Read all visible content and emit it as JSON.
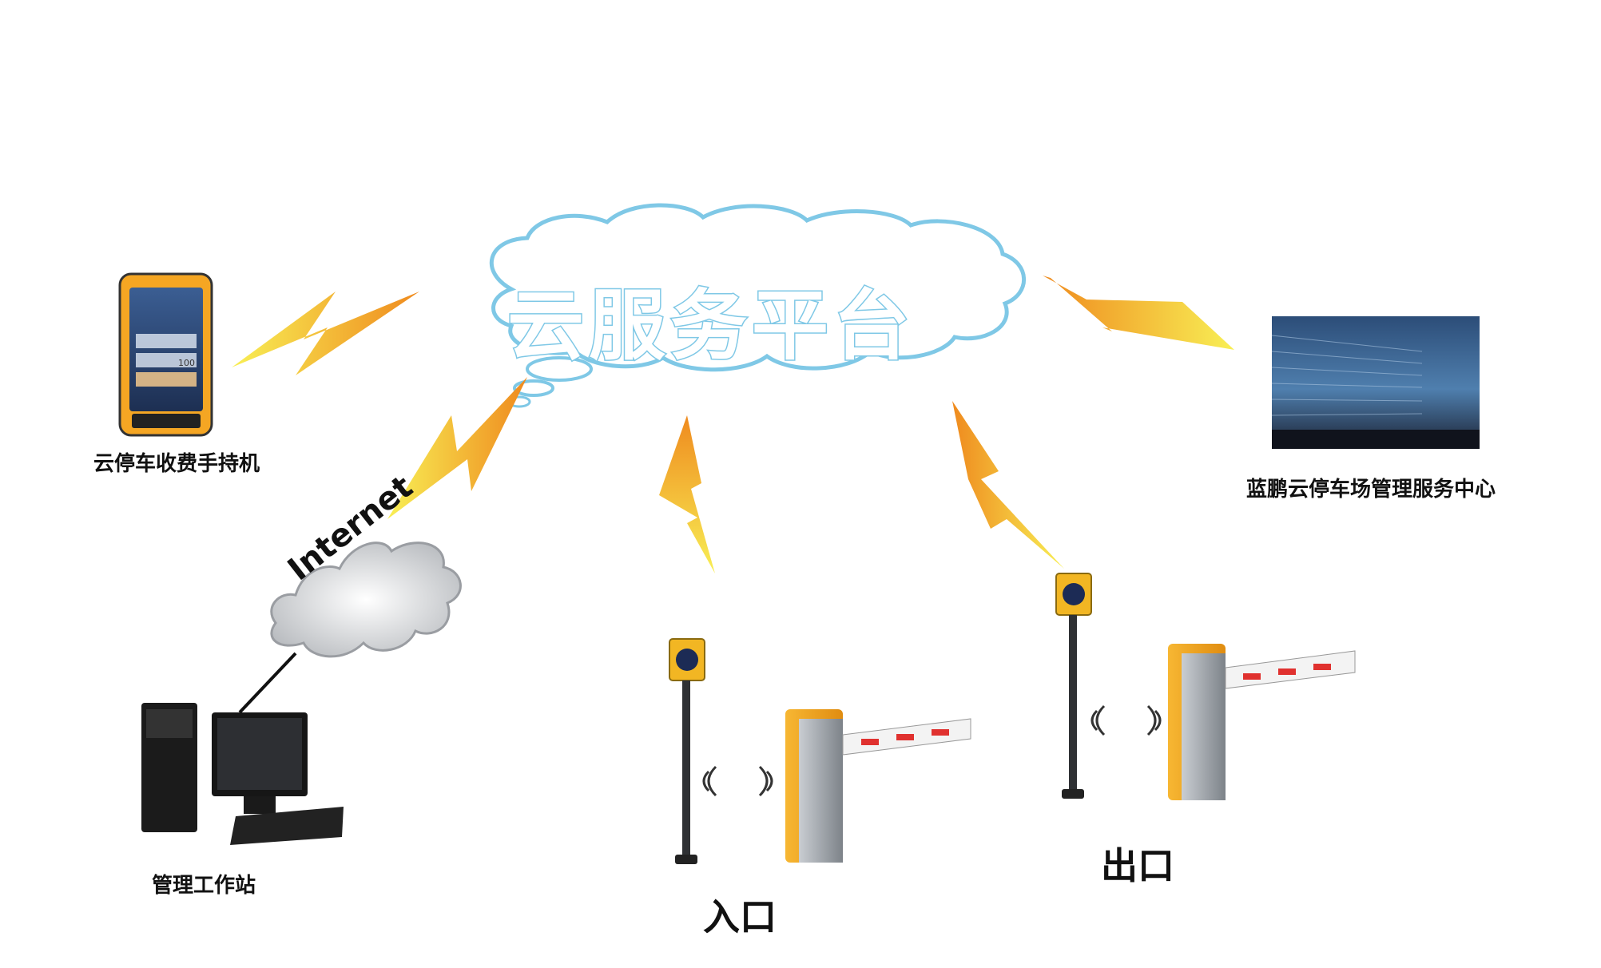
{
  "cloud": {
    "title": "云服务平台"
  },
  "internet": {
    "label": "Internet"
  },
  "nodes": {
    "handheld": {
      "label": "云停车收费手持机",
      "screen_value": "100"
    },
    "service_center": {
      "label": "蓝鹏云停车场管理服务中心"
    },
    "workstation": {
      "label": "管理工作站"
    },
    "entrance": {
      "label": "入口"
    },
    "exit": {
      "label": "出口"
    }
  },
  "colors": {
    "cloud_outline": "#7fc8e6",
    "bolt_yellow": "#f7e53b",
    "bolt_orange": "#f08a1c",
    "gate_orange": "#f3a51f",
    "gate_grey": "#9a9ea4",
    "arm_red": "#e0312f"
  }
}
